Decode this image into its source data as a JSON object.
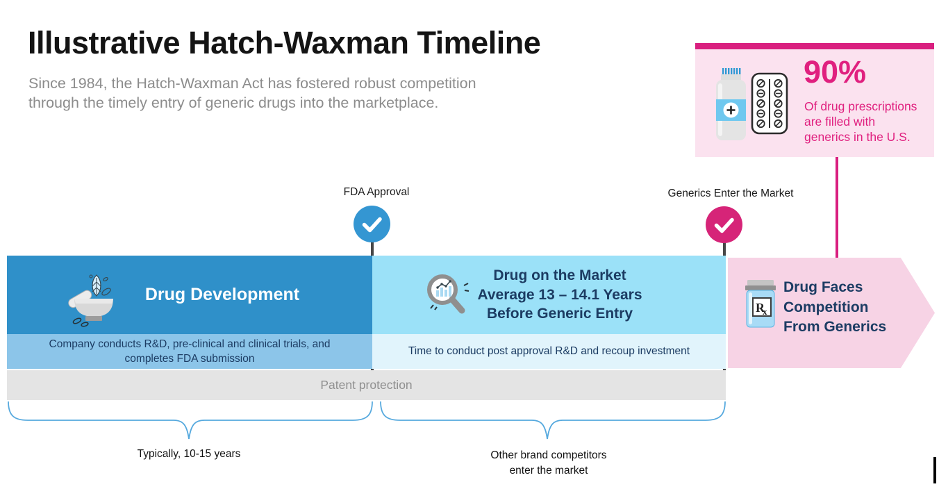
{
  "header": {
    "title": "Illustrative Hatch-Waxman Timeline",
    "subtitle_line1": "Since 1984, the Hatch-Waxman Act has fostered robust competition",
    "subtitle_line2": "through the timely entry of generic drugs into the marketplace."
  },
  "stat_callout": {
    "value": "90%",
    "desc_line1": "Of drug prescriptions",
    "desc_line2": "are filled with",
    "desc_line3": "generics in the U.S.",
    "icons": [
      "medicine-bottle-icon",
      "pill-blister-pack-icon"
    ],
    "accent_color": "#d91f7f",
    "background_color": "#fbe2ef"
  },
  "milestones": {
    "fda": {
      "label": "FDA Approval",
      "color": "#3496d2"
    },
    "generic": {
      "label": "Generics Enter the Market",
      "color": "#d62478"
    }
  },
  "segments": {
    "development": {
      "title": "Drug Development",
      "note": "Company conducts R&D, pre-clinical and clinical trials, and completes FDA submission",
      "icon": "mortar-pestle-icon",
      "main_color": "#2f90c9",
      "sub_color": "#8cc5e9"
    },
    "market": {
      "title_line1": "Drug on the Market",
      "title_line2": "Average 13 – 14.1 Years",
      "title_line3": "Before Generic Entry",
      "note": "Time to conduct post approval R&D and recoup investment",
      "icon": "magnifying-glass-chart-icon",
      "main_color": "#9be1f8",
      "sub_color": "#e1f4fc"
    },
    "generics": {
      "title_line1": "Drug Faces",
      "title_line2": "Competition",
      "title_line3": "From Generics",
      "icon": "rx-pill-bottle-icon",
      "main_color": "#f7d3e5"
    }
  },
  "patent_bar": {
    "label": "Patent protection",
    "color": "#e4e4e4"
  },
  "braces": {
    "left_label": "Typically, 10-15 years",
    "right_label_line1": "Other brand competitors",
    "right_label_line2": "enter the market",
    "color": "#56a9de"
  }
}
